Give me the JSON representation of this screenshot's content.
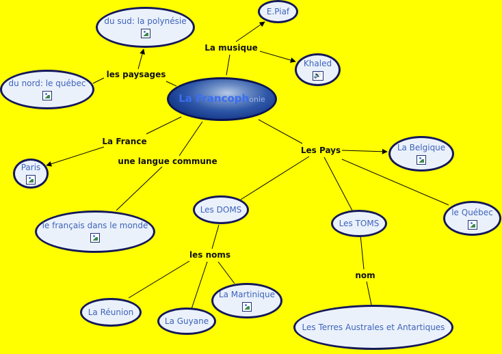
{
  "center": {
    "text_main": "La Francoph",
    "text_faded": "onie"
  },
  "nodes": {
    "polynesie": "du sud: la polynésie",
    "quebec_nord": "du nord: le québec",
    "piaf": "E.Piaf",
    "khaled": "Khaled",
    "paris": "Paris",
    "francais_monde": "le français dans le monde",
    "belgique": "La Belgique",
    "doms": "Les DOMS",
    "toms": "Les TOMS",
    "quebec": "le Québec",
    "reunion": "La Réunion",
    "guyane": "La Guyane",
    "martinique": "La Martinique",
    "taaf": "Les Terres Australes et Antartiques"
  },
  "links": {
    "paysages": "les paysages",
    "musique": "La musique",
    "france": "La France",
    "langue": "une langue commune",
    "pays": "Les Pays",
    "noms": "les noms",
    "nom": "nom"
  },
  "icons": {
    "picture": "picture-icon",
    "sound": "speaker-icon",
    "sound_glyph": "🔊"
  },
  "colors": {
    "background": "#ffff00",
    "node_fill": "#eaf1fb",
    "node_border": "#14185a",
    "node_text": "#3f63b8",
    "center_fill": "#2f58a8",
    "link_line": "#111111"
  }
}
